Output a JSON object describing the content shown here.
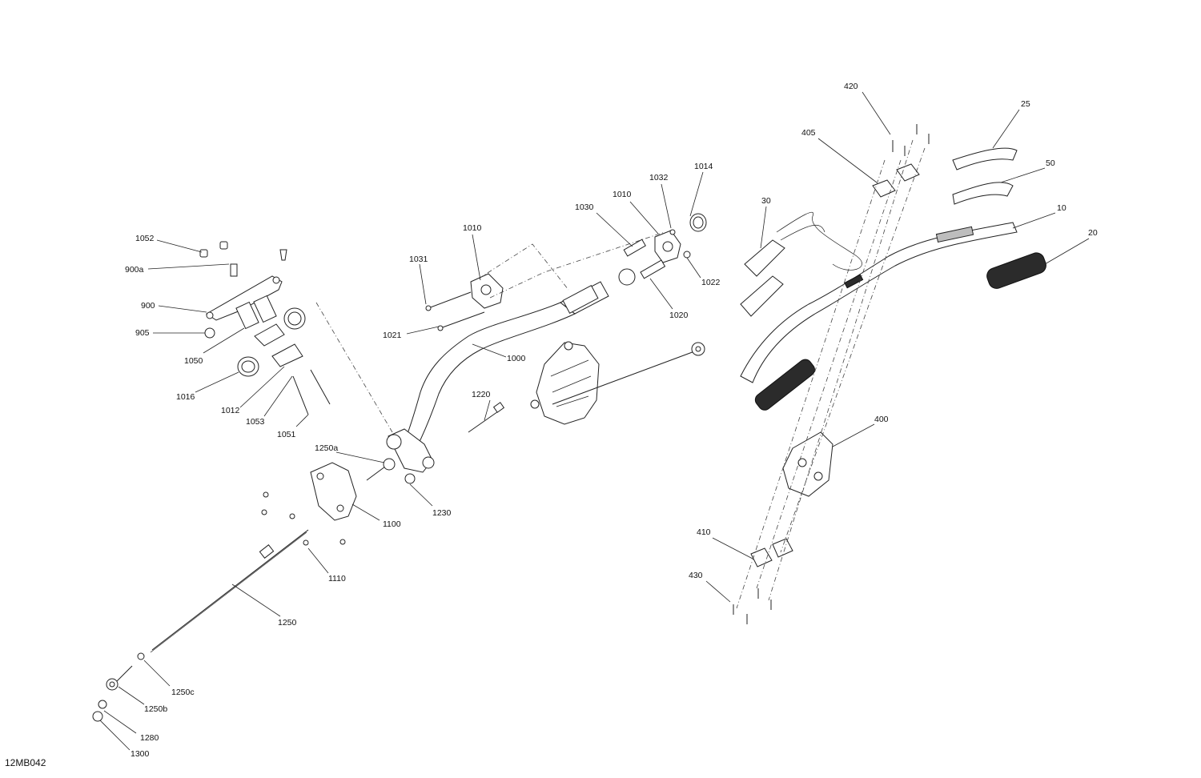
{
  "diagram_code": "12MB042",
  "callouts": [
    {
      "id": "c420",
      "label": "420"
    },
    {
      "id": "c25",
      "label": "25"
    },
    {
      "id": "c405",
      "label": "405"
    },
    {
      "id": "c50",
      "label": "50"
    },
    {
      "id": "c10",
      "label": "10"
    },
    {
      "id": "c30",
      "label": "30"
    },
    {
      "id": "c20",
      "label": "20"
    },
    {
      "id": "c1014",
      "label": "1014"
    },
    {
      "id": "c1032",
      "label": "1032"
    },
    {
      "id": "c1010b",
      "label": "1010"
    },
    {
      "id": "c1030",
      "label": "1030"
    },
    {
      "id": "c1010a",
      "label": "1010"
    },
    {
      "id": "c1022",
      "label": "1022"
    },
    {
      "id": "c1020",
      "label": "1020"
    },
    {
      "id": "c1031",
      "label": "1031"
    },
    {
      "id": "c1021",
      "label": "1021"
    },
    {
      "id": "c1000",
      "label": "1000"
    },
    {
      "id": "c1052",
      "label": "1052"
    },
    {
      "id": "c900a",
      "label": "900a"
    },
    {
      "id": "c900",
      "label": "900"
    },
    {
      "id": "c905",
      "label": "905"
    },
    {
      "id": "c1050",
      "label": "1050"
    },
    {
      "id": "c1016",
      "label": "1016"
    },
    {
      "id": "c1012",
      "label": "1012"
    },
    {
      "id": "c1053",
      "label": "1053"
    },
    {
      "id": "c1051",
      "label": "1051"
    },
    {
      "id": "c1220",
      "label": "1220"
    },
    {
      "id": "c1250a",
      "label": "1250a"
    },
    {
      "id": "c1230",
      "label": "1230"
    },
    {
      "id": "c1100",
      "label": "1100"
    },
    {
      "id": "c1110",
      "label": "1110"
    },
    {
      "id": "c1250",
      "label": "1250"
    },
    {
      "id": "c1250c",
      "label": "1250c"
    },
    {
      "id": "c1250b",
      "label": "1250b"
    },
    {
      "id": "c1280",
      "label": "1280"
    },
    {
      "id": "c1300",
      "label": "1300"
    },
    {
      "id": "c400",
      "label": "400"
    },
    {
      "id": "c410",
      "label": "410"
    },
    {
      "id": "c430",
      "label": "430"
    }
  ]
}
